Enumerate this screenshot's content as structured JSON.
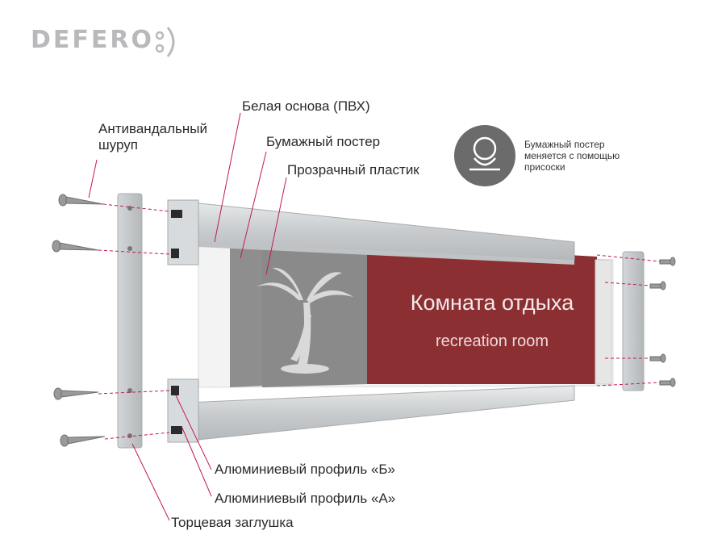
{
  "brand": {
    "name": "DEFERO"
  },
  "sign": {
    "title": "Комната отдыха",
    "subtitle": "recreation room"
  },
  "labels": {
    "white_base": "Белая основа (ПВХ)",
    "screw": [
      "Антивандальный",
      "шуруп"
    ],
    "paper_poster": "Бумажный постер",
    "plastic": "Прозрачный пластик",
    "profile_b": "Алюминиевый профиль «Б»",
    "profile_a": "Алюминиевый профиль «А»",
    "end_cap": "Торцевая заглушка"
  },
  "note": {
    "lines": [
      "Бумажный постер",
      "меняется с помощью",
      "присоски"
    ]
  },
  "colors": {
    "accent_line": "#c2185b",
    "sign_red": "#8c2f32",
    "poster_gray": "#8a8a8a",
    "aluminum": "#cfd2d4",
    "logo": "#b9b9bb"
  },
  "icons": {
    "note_icon": "suction-cup-icon",
    "poster_graphic": "palm-tree-icon"
  }
}
